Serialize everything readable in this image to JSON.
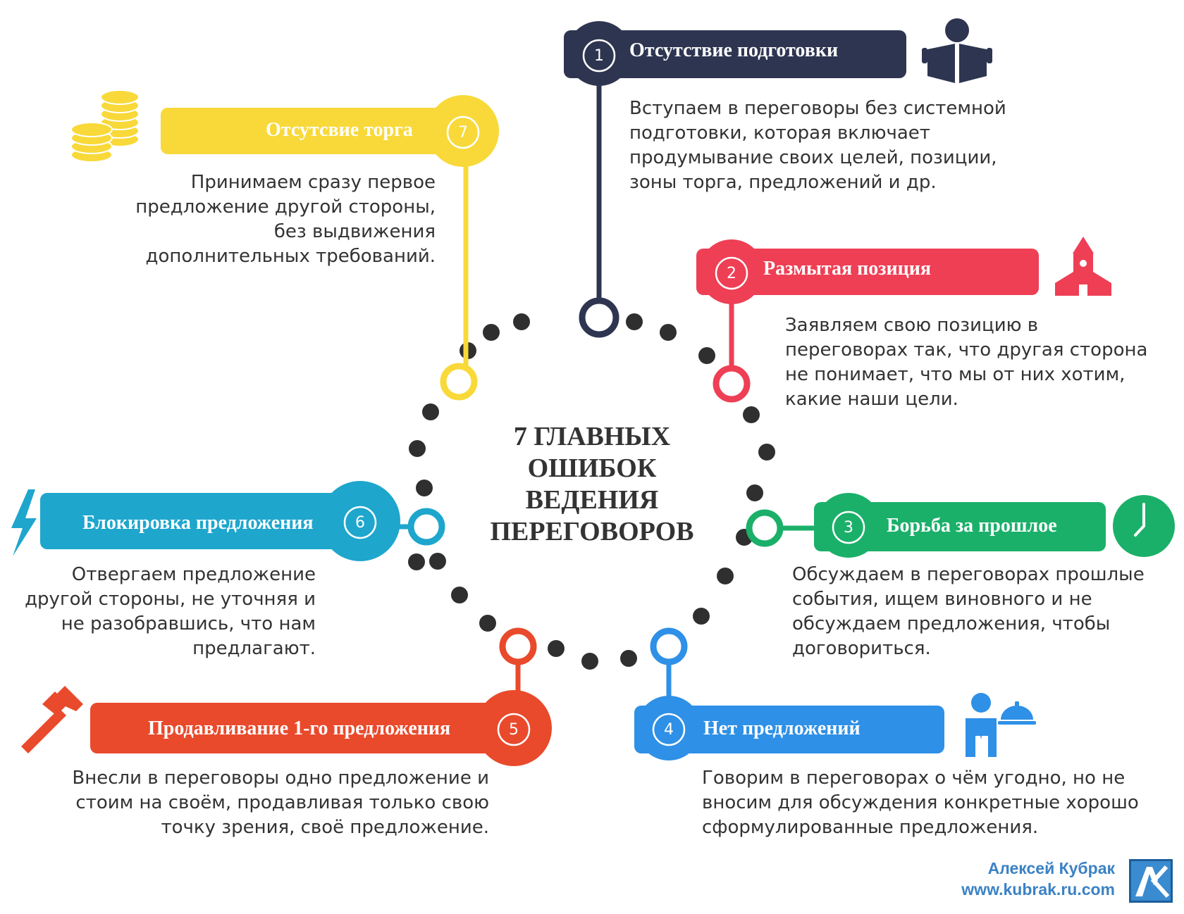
{
  "title": {
    "line1": "7 ГЛАВНЫХ",
    "line2": "ОШИБОК",
    "line3": "ВЕДЕНИЯ",
    "line4": "ПЕРЕГОВОРОВ"
  },
  "colors": {
    "navy": "#2e3550",
    "red": "#ee3f55",
    "green": "#1bb06a",
    "blue": "#2e90e6",
    "orange": "#e94a2c",
    "teal": "#1ea6cd",
    "yellow": "#f8d939",
    "dot": "#2f2f2f"
  },
  "items": [
    {
      "number": "1",
      "title": "Отсутствие подготовки",
      "icon": "reading-book-icon",
      "text": [
        "Вступаем в переговоры без системной",
        "подготовки, которая включает",
        "продумывание своих целей, позиции,",
        "зоны торга, предложений и др."
      ]
    },
    {
      "number": "2",
      "title": "Размытая позиция",
      "icon": "building-tower-icon",
      "text": [
        "Заявляем свою позицию в",
        "переговорах так, что другая сторона",
        "не понимает, что мы от них хотим,",
        "какие наши цели."
      ]
    },
    {
      "number": "3",
      "title": "Борьба за прошлое",
      "icon": "clock-icon",
      "text": [
        "Обсуждаем в переговорах прошлые",
        "события, ищем виновного и не",
        "обсуждаем предложения, чтобы",
        "договориться."
      ]
    },
    {
      "number": "4",
      "title": "Нет предложений",
      "icon": "waiter-cloche-icon",
      "text": [
        "Говорим в переговорах о чём угодно, но не",
        "вносим для обсуждения конкретные хорошо",
        "сформулированные предложения."
      ]
    },
    {
      "number": "5",
      "title": "Продавливание 1-го предложения",
      "icon": "hammer-icon",
      "text": [
        "Внесли в переговоры одно предложение и",
        "стоим на своём, продавливая только свою",
        "точку зрения, своё предложение."
      ]
    },
    {
      "number": "6",
      "title": "Блокировка предложения",
      "icon": "lightning-icon",
      "text": [
        "Отвергаем предложение",
        "другой стороны, не уточняя и",
        "не разобравшись, что нам",
        "предлагают."
      ]
    },
    {
      "number": "7",
      "title": "Отсутсвие торга",
      "icon": "coin-stacks-icon",
      "text": [
        "Принимаем сразу первое",
        "предложение другой стороны,",
        "без выдвижения",
        "дополнительных требований."
      ]
    }
  ],
  "author": {
    "name": "Алексей Кубрак",
    "site": "www.kubrak.ru.com",
    "logo_letters": "АК"
  }
}
